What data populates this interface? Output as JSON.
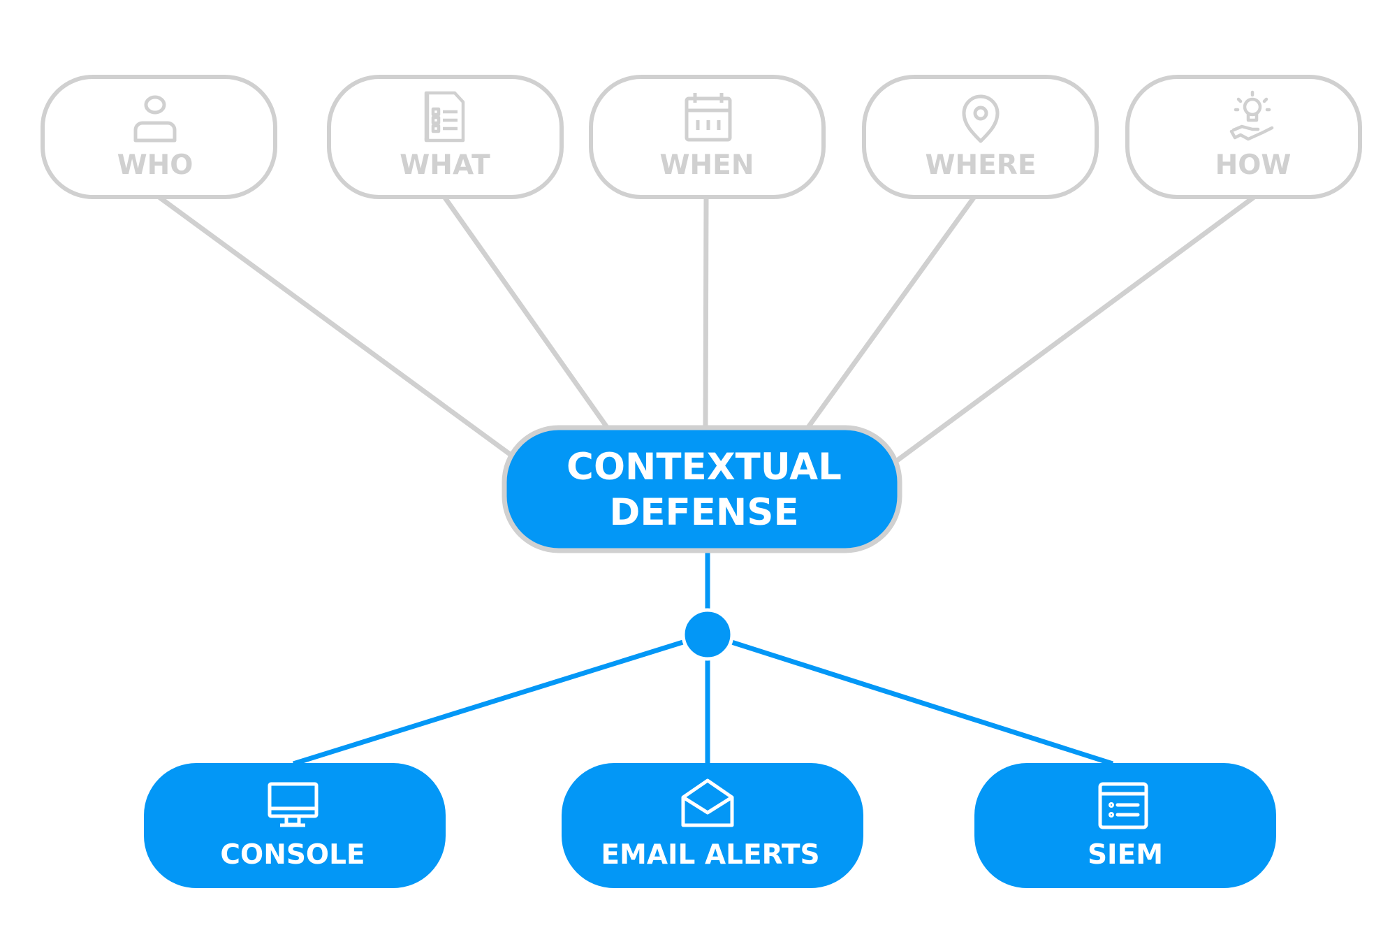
{
  "colors": {
    "background": "#ffffff",
    "gray": "#d0d0d0",
    "blue": "#0397f6",
    "white": "#ffffff"
  },
  "context_nodes": [
    {
      "label": "WHO",
      "icon": "person-icon"
    },
    {
      "label": "WHAT",
      "icon": "checklist-document-icon"
    },
    {
      "label": "WHEN",
      "icon": "calendar-icon"
    },
    {
      "label": "WHERE",
      "icon": "location-pin-icon"
    },
    {
      "label": "HOW",
      "icon": "lightbulb-hand-icon"
    }
  ],
  "center_node": {
    "line1": "CONTEXTUAL",
    "line2": "DEFENSE"
  },
  "output_nodes": [
    {
      "label": "CONSOLE",
      "icon": "monitor-icon"
    },
    {
      "label": "EMAIL ALERTS",
      "icon": "envelope-icon"
    },
    {
      "label": "SIEM",
      "icon": "list-window-icon"
    }
  ]
}
